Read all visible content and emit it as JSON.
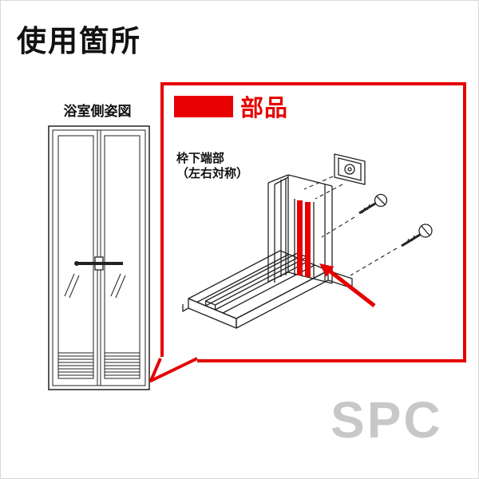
{
  "title": "使用箇所",
  "door": {
    "label": "浴室側姿図"
  },
  "callout": {
    "legend_label": "部品",
    "part_label": {
      "line1": "枠下端部",
      "line2": "（左右対称）"
    }
  },
  "watermark": "SPC",
  "icons": {
    "red_part": "highlighted-part-strip",
    "red_arrow": "part-pointer-arrow",
    "screws": "screw-icon",
    "plate": "corner-clip-plate"
  },
  "colors": {
    "accent_red": "#e60000",
    "watermark_gray": "#c8c8c8",
    "line_black": "#222222"
  }
}
